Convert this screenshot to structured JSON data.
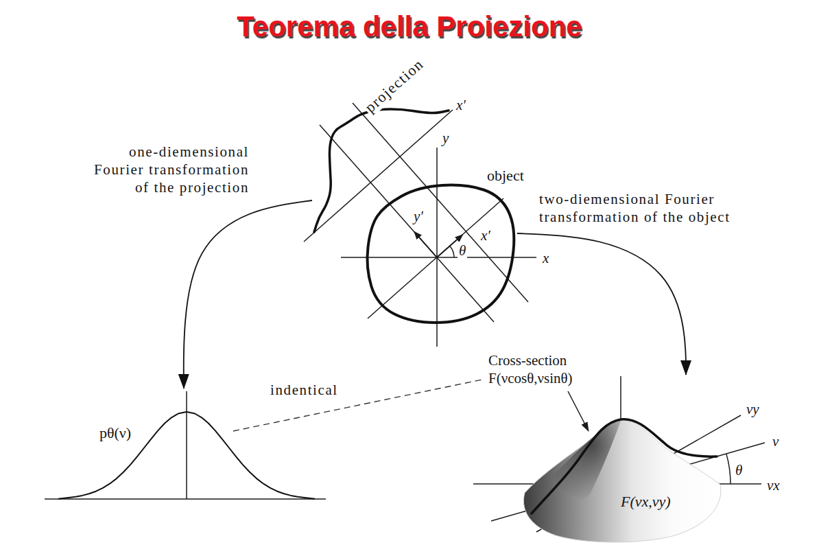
{
  "diagram": {
    "title": "Teorema della Proiezione",
    "nodes": [
      {
        "text": [
          "projection"
        ]
      },
      {
        "text": [
          "object"
        ]
      },
      {
        "text": [
          "pθ(ν)"
        ]
      },
      {
        "text": [
          "F(νx,νy)"
        ]
      }
    ],
    "edges": [
      {
        "from": 0,
        "to": 2,
        "arrow": "to"
      },
      {
        "from": 1,
        "to": 3,
        "arrow": "to"
      }
    ],
    "labels": [
      "one-diemensional Fourier transformation of the projection",
      "x′",
      "y",
      "two-diemensional Fourier transformation of the object",
      "y′",
      "x′",
      "θ",
      "x",
      "Cross-section F(νcosθ,νsinθ)",
      "indentical",
      "νy",
      "ν",
      "θ",
      "νx"
    ]
  }
}
